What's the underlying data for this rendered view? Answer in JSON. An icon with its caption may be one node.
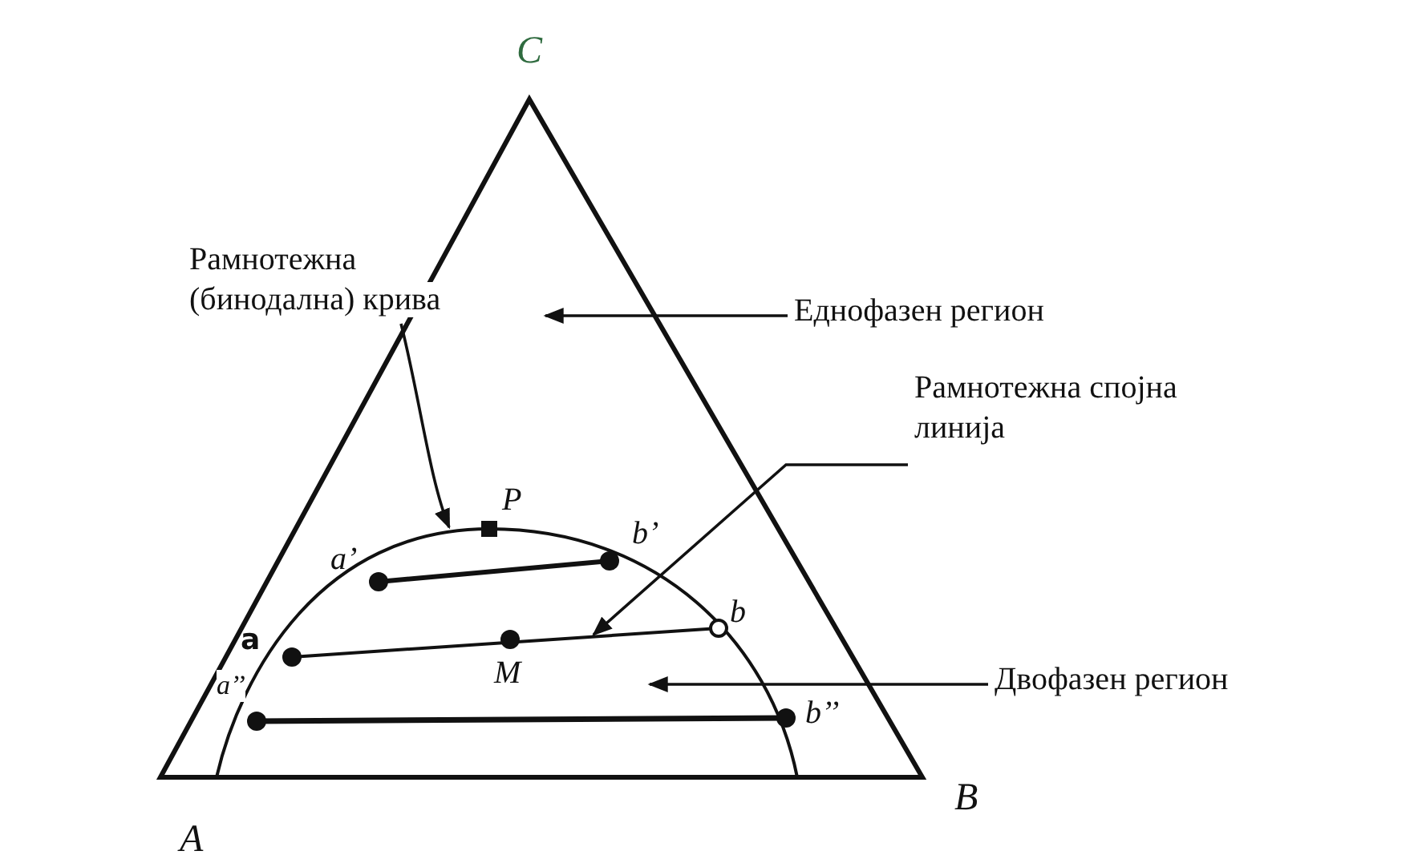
{
  "diagram": {
    "nodes": [
      {
        "text": [
          "Рамнотежна (бинодална) крива"
        ]
      },
      {
        "text": [
          "Еднофазен регион"
        ]
      },
      {
        "text": [
          "Рамнотежна спојна линија"
        ]
      },
      {
        "text": [
          "Двофазен регион"
        ]
      },
      {
        "text": [],
        "shape": "curve",
        "beside": [
          "P"
        ]
      }
    ],
    "edges": [
      {
        "from": 0,
        "to": 4,
        "arrow": "to"
      },
      {
        "from": 1,
        "to": null,
        "arrow": "to"
      },
      {
        "from": 2,
        "to": 4,
        "arrow": "to"
      },
      {
        "from": 3,
        "to": 4,
        "arrow": "to"
      }
    ],
    "labels": [
      "C",
      "a’",
      "b’",
      "a",
      "b",
      "a’’",
      "M",
      "b’’",
      "B",
      "A"
    ]
  }
}
